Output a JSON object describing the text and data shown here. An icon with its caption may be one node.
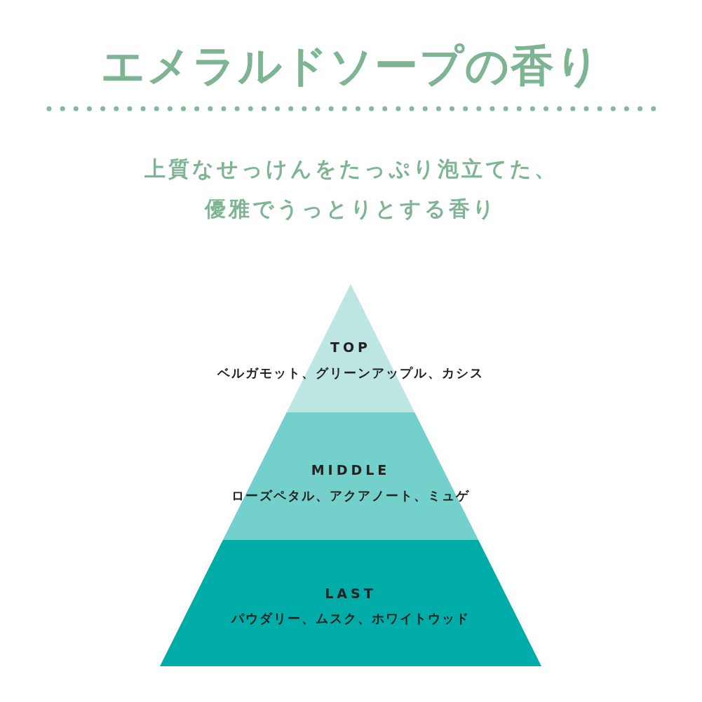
{
  "diagram": {
    "title": "エメラルドソープの香り",
    "nodes": [
      {
        "text": [
          "TOP",
          "ベルガモット、グリーンアップル、カシス"
        ]
      },
      {
        "text": [
          "MIDDLE",
          "ローズペタル、アクアノート、ミュゲ"
        ]
      },
      {
        "text": [
          "LAST",
          "パウダリー、ムスク、ホワイトウッド"
        ]
      }
    ],
    "labels": [
      "上質なせっけんをたっぷり泡立てた、優雅でうっとりとする香り"
    ]
  }
}
